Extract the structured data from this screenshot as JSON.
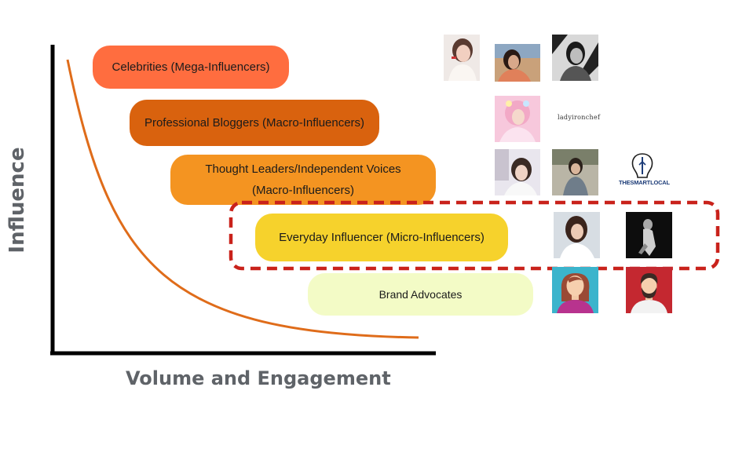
{
  "axes": {
    "ylabel": "Influence",
    "xlabel": "Volume and Engagement"
  },
  "tiers": [
    {
      "label": "Celebrities (Mega-Influencers)",
      "color": "#ff6d3f"
    },
    {
      "label": "Professional Bloggers (Macro-Influencers)",
      "color": "#d9620e"
    },
    {
      "label_line1": "Thought Leaders/Independent Voices",
      "label_line2": "(Macro-Influencers)",
      "color": "#f49421"
    },
    {
      "label": "Everyday Influencer (Micro-Influencers)",
      "color": "#f6d22c"
    },
    {
      "label": "Brand Advocates",
      "color": "#f3fbc6"
    }
  ],
  "logos": {
    "ladyironchef": "ladyironchef",
    "smartlocal": "THESMARTLOCAL"
  },
  "colors": {
    "curve": "#df6c1a",
    "highlight_border": "#c9221b",
    "axis": "#000000"
  }
}
